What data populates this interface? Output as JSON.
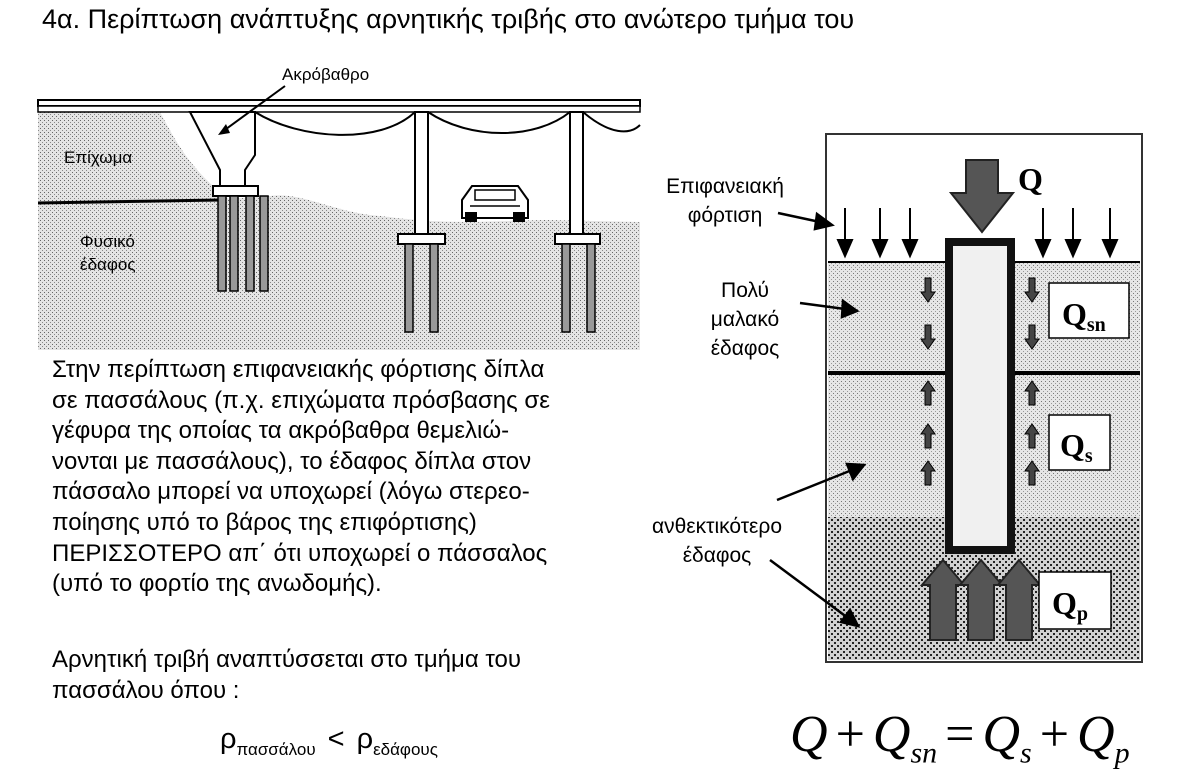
{
  "title": "4α. Περίπτωση ανάπτυξης αρνητικής τριβής στο ανώτερο τμήμα του",
  "bridge_diagram": {
    "abutment_label": "Ακρόβαθρο",
    "fill_label": "Επίχωμα",
    "natural_soil_label_line1": "Φυσικό",
    "natural_soil_label_line2": "έδαφος"
  },
  "paragraph_lines": [
    "Στην περίπτωση επιφανειακής φόρτισης δίπλα",
    "σε πασσάλους (π.χ. επιχώματα πρόσβασης σε",
    "γέφυρα της οποίας τα ακρόβαθρα θεμελιώ-",
    "νονται με πασσάλους), το έδαφος δίπλα στον",
    "πάσσαλο μπορεί να υποχωρεί (λόγω στερεο-",
    "ποίησης υπό το βάρος της επιφόρτισης)",
    "ΠΕΡΙΣΣΟΤΕΡΟ απ΄ ότι υποχωρεί ο πάσσαλος",
    "(υπό το φορτίο της ανωδομής)."
  ],
  "paragraph2_lines": [
    "Αρνητική τριβή αναπτύσσεται στο τμήμα του",
    "πασσάλου όπου :"
  ],
  "inequality": {
    "left_symbol": "ρ",
    "left_sub": "πασσάλου",
    "operator": "<",
    "right_symbol": "ρ",
    "right_sub": "εδάφους"
  },
  "pile_diagram": {
    "surface_load_line1": "Επιφανειακή",
    "surface_load_line2": "φόρτιση",
    "soft_soil_line1": "Πολύ",
    "soft_soil_line2": "μαλακό",
    "soft_soil_line3": "έδαφος",
    "stiff_soil_line1": "ανθεκτικότερο",
    "stiff_soil_line2": "έδαφος",
    "load_Q": "Q",
    "Qsn_main": "Q",
    "Qsn_sub": "sn",
    "Qs_main": "Q",
    "Qs_sub": "s",
    "Qp_main": "Q",
    "Qp_sub": "p"
  },
  "equation": {
    "Q": "Q",
    "plus1": "+",
    "Q2": "Q",
    "sub2": "sn",
    "equals": "=",
    "Q3": "Q",
    "sub3": "s",
    "plus2": "+",
    "Q4": "Q",
    "sub4": "p"
  }
}
